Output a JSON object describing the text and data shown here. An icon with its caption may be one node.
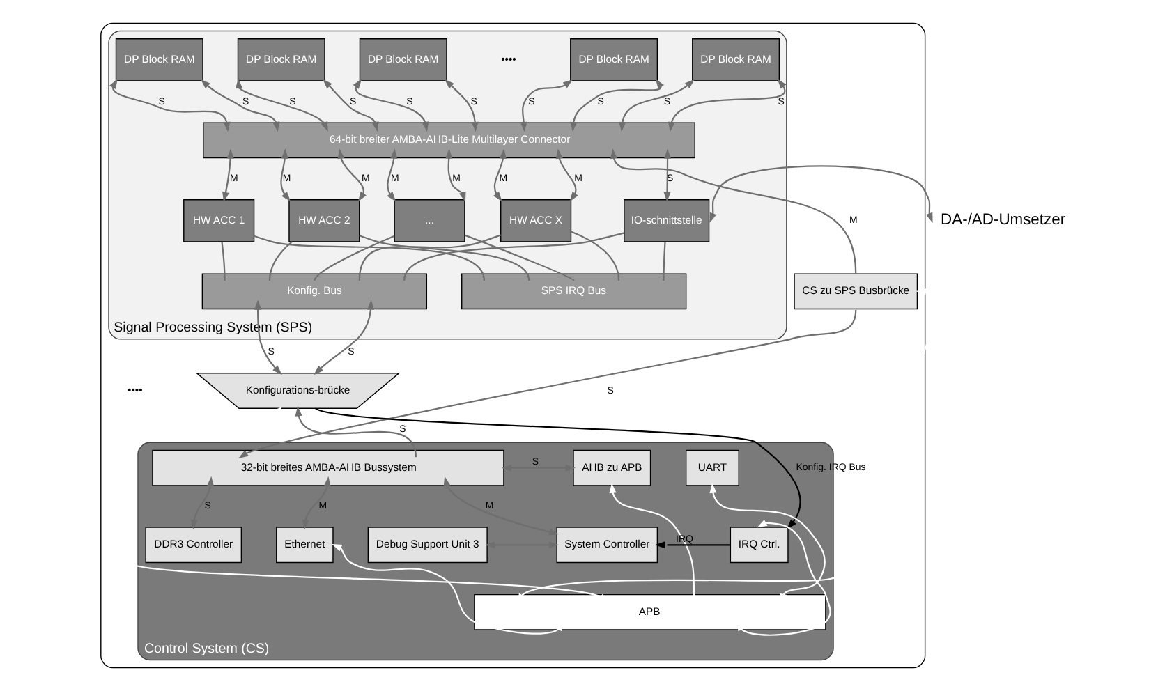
{
  "diagram": {
    "nodes": [
      {
        "text": [],
        "shape": "box"
      },
      {
        "text": [
          "Signal Processing System (SPS)"
        ],
        "in": 0
      },
      {
        "text": [
          "DP Block RAM"
        ],
        "in": 1
      },
      {
        "text": [
          "DP Block RAM"
        ],
        "in": 1
      },
      {
        "text": [
          "DP Block RAM"
        ],
        "in": 1
      },
      {
        "text": [
          "DP Block RAM"
        ],
        "in": 1
      },
      {
        "text": [
          "DP Block RAM"
        ],
        "in": 1
      },
      {
        "text": [
          "64-bit breiter AMBA-AHB-Lite Multilayer Connector"
        ],
        "in": 1
      },
      {
        "text": [
          "HW ACC 1"
        ],
        "in": 1
      },
      {
        "text": [
          "HW ACC 2"
        ],
        "in": 1
      },
      {
        "text": [
          "..."
        ],
        "in": 1
      },
      {
        "text": [
          "HW ACC X"
        ],
        "in": 1
      },
      {
        "text": [
          "IO-schnittstelle"
        ],
        "in": 1
      },
      {
        "text": [
          "SPS IRQ Bus"
        ],
        "in": 1
      },
      {
        "text": [
          "Konfig. Bus"
        ],
        "in": 1
      },
      {
        "text": [
          "CS zu SPS Busbrücke"
        ],
        "in": 0
      },
      {
        "text": [
          "Konfigurations-brücke"
        ],
        "in": 0
      },
      {
        "text": [
          "DA-/AD-Umsetzer"
        ]
      },
      {
        "text": [
          "Control System (CS)"
        ],
        "in": 0
      },
      {
        "text": [
          "32-bit breites AMBA-AHB Bussystem"
        ],
        "in": 18
      },
      {
        "text": [
          "AHB zu APB"
        ],
        "in": 18
      },
      {
        "text": [
          "UART"
        ],
        "in": 18
      },
      {
        "text": [
          "DDR3 Controller"
        ],
        "in": 18
      },
      {
        "text": [
          "Ethernet"
        ],
        "in": 18
      },
      {
        "text": [
          "Debug Support Unit 3"
        ],
        "in": 18
      },
      {
        "text": [
          "System Controller"
        ],
        "in": 18
      },
      {
        "text": [
          "IRQ Ctrl."
        ],
        "in": 18
      },
      {
        "text": [
          "APB"
        ],
        "in": 18
      }
    ],
    "edges": [
      {
        "from": 2,
        "to": 7,
        "arrow": "both",
        "label": "S"
      },
      {
        "from": 2,
        "to": 7,
        "arrow": "both",
        "label": "S"
      },
      {
        "from": 3,
        "to": 7,
        "arrow": "both",
        "label": "S"
      },
      {
        "from": 3,
        "to": 7,
        "arrow": "both",
        "label": "S"
      },
      {
        "from": 4,
        "to": 7,
        "arrow": "both",
        "label": "S"
      },
      {
        "from": 4,
        "to": 7,
        "arrow": "both",
        "label": "S"
      },
      {
        "from": 5,
        "to": 7,
        "arrow": "both",
        "label": "S"
      },
      {
        "from": 5,
        "to": 7,
        "arrow": "both",
        "label": "S"
      },
      {
        "from": 6,
        "to": 7,
        "arrow": "both",
        "label": "S"
      },
      {
        "from": 6,
        "to": 7,
        "arrow": "both",
        "label": "S"
      },
      {
        "from": 7,
        "to": 8,
        "arrow": "both",
        "label": "M"
      },
      {
        "from": 7,
        "to": 9,
        "arrow": "both",
        "label": "M"
      },
      {
        "from": 7,
        "to": 9,
        "arrow": "both",
        "label": "M"
      },
      {
        "from": 7,
        "to": 10,
        "arrow": "both",
        "label": "M"
      },
      {
        "from": 7,
        "to": 10,
        "arrow": "both",
        "label": "M"
      },
      {
        "from": 15,
        "to": 7,
        "arrow": "to",
        "label": "M"
      },
      {
        "from": 7,
        "to": 11,
        "arrow": "both",
        "label": "M"
      },
      {
        "from": 7,
        "to": 11,
        "arrow": "both",
        "label": "M"
      },
      {
        "from": 7,
        "to": 12,
        "arrow": "both",
        "label": "S"
      },
      {
        "from": 8,
        "to": 13,
        "arrow": "none"
      },
      {
        "from": 9,
        "to": 13,
        "arrow": "none"
      },
      {
        "from": 10,
        "to": 13,
        "arrow": "none"
      },
      {
        "from": 11,
        "to": 13,
        "arrow": "none"
      },
      {
        "from": 12,
        "to": 13,
        "arrow": "none"
      },
      {
        "from": 8,
        "to": 14,
        "arrow": "none"
      },
      {
        "from": 9,
        "to": 14,
        "arrow": "none"
      },
      {
        "from": 10,
        "to": 14,
        "arrow": "none"
      },
      {
        "from": 11,
        "to": 14,
        "arrow": "none"
      },
      {
        "from": 12,
        "to": 14,
        "arrow": "none"
      },
      {
        "from": 12,
        "to": 17,
        "arrow": "both"
      },
      {
        "from": 14,
        "to": 16,
        "arrow": "both",
        "label": "S"
      },
      {
        "from": 14,
        "to": 16,
        "arrow": "both",
        "label": "S"
      },
      {
        "from": 15,
        "to": 19,
        "arrow": "to",
        "label": "S"
      },
      {
        "from": 19,
        "to": 16,
        "arrow": "to",
        "label": "S"
      },
      {
        "from": 16,
        "to": 26,
        "arrow": "to",
        "label": "Konfig. IRQ Bus",
        "color": "#000000"
      },
      {
        "from": 15,
        "to": 27,
        "arrow": "both",
        "color": "#ffffff"
      },
      {
        "from": 16,
        "to": 27,
        "arrow": "both",
        "color": "#ffffff"
      },
      {
        "from": 19,
        "to": 20,
        "arrow": "both",
        "label": "S"
      },
      {
        "from": 27,
        "to": 20,
        "arrow": "to",
        "color": "#ffffff"
      },
      {
        "from": 21,
        "to": 27,
        "arrow": "both",
        "color": "#ffffff"
      },
      {
        "from": 27,
        "to": 26,
        "arrow": "both",
        "color": "#ffffff"
      },
      {
        "from": 19,
        "to": 22,
        "arrow": "both",
        "label": "S"
      },
      {
        "from": 19,
        "to": 23,
        "arrow": "both",
        "label": "M"
      },
      {
        "from": 19,
        "to": 25,
        "arrow": "both",
        "label": "M"
      },
      {
        "from": 23,
        "to": 27,
        "arrow": "both",
        "color": "#ffffff"
      },
      {
        "from": 24,
        "to": 25,
        "arrow": "both"
      },
      {
        "from": 26,
        "to": 25,
        "arrow": "to",
        "label": "IRQ",
        "color": "#000000"
      }
    ],
    "labels": [
      "••••",
      "••••"
    ]
  }
}
